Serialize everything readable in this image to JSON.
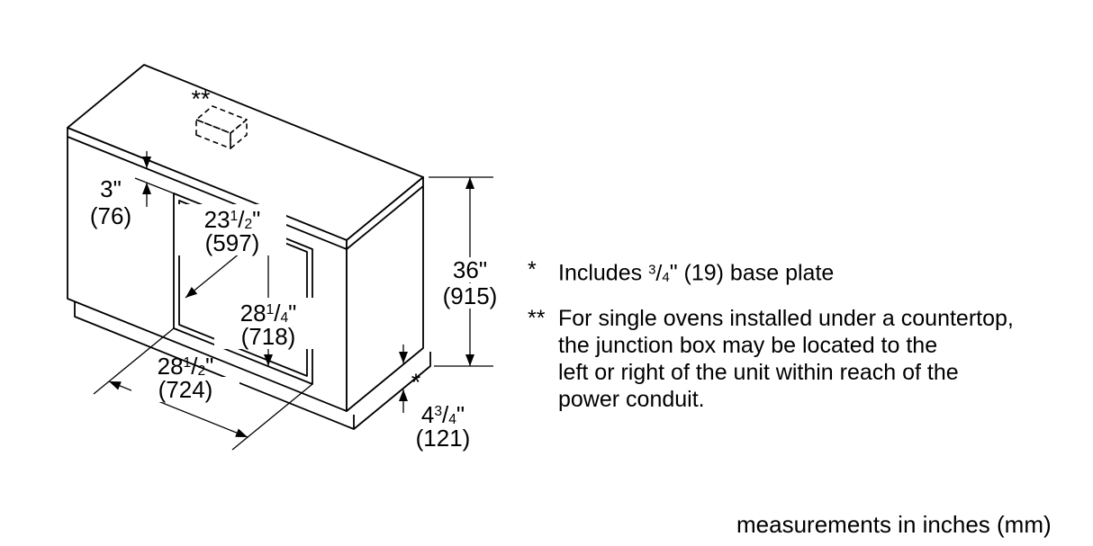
{
  "dims": {
    "top_gap": {
      "whole": "3",
      "unit": "\"",
      "mm": "(76)"
    },
    "niche_depth": {
      "whole": "23",
      "frac": "1/2",
      "unit": "\"",
      "mm": "(597)"
    },
    "niche_height": {
      "whole": "28",
      "frac": "1/4",
      "unit": "\"",
      "mm": "(718)"
    },
    "niche_width": {
      "whole": "28",
      "frac": "1/2",
      "unit": "\"",
      "mm": "(724)"
    },
    "counter_height": {
      "whole": "36",
      "unit": "\"",
      "mm": "(915)"
    },
    "base_height": {
      "whole": "4",
      "frac": "3/4",
      "unit": "\"",
      "mm": "(121)",
      "marker": "*"
    }
  },
  "junction_box": {
    "marker": "**"
  },
  "notes": [
    {
      "marker": "*",
      "pre": "Includes ",
      "frac": "3/4",
      "post": "\" (19) base plate"
    },
    {
      "marker": "**",
      "lines": [
        "For single ovens installed under a countertop,",
        "the junction box may be located to the",
        "left or right of the unit within reach of the",
        "power conduit."
      ]
    }
  ],
  "footer": {
    "text": "measurements in inches (mm)"
  }
}
